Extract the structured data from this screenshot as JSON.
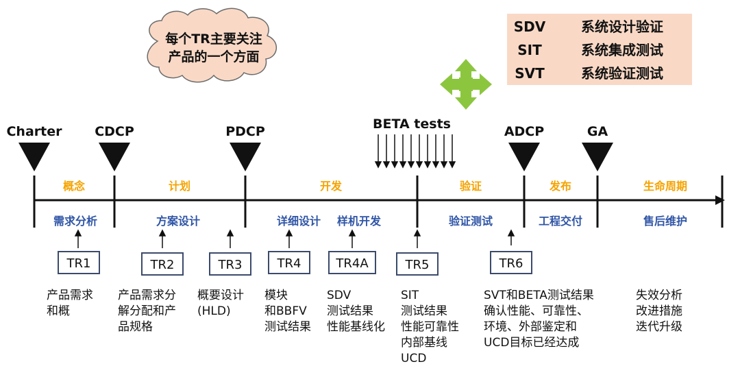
{
  "cloud": {
    "text_line1": "每个TR主要关注",
    "text_line2": "产品的一个方面"
  },
  "legend": [
    {
      "code": "SDV",
      "desc": "系统设计验证"
    },
    {
      "code": "SIT",
      "desc": "系统集成测试"
    },
    {
      "code": "SVT",
      "desc": "系统验证测试"
    }
  ],
  "colors": {
    "arrow_icon": "#8cc63f",
    "legend_bg": "#f9d9c6",
    "phase_text": "#f5a300",
    "activity_text": "#2f55a6"
  },
  "milestones": [
    {
      "label": "Charter"
    },
    {
      "label": "CDCP"
    },
    {
      "label": "PDCP"
    },
    {
      "label": "ADCP"
    },
    {
      "label": "GA"
    }
  ],
  "beta_label": "BETA tests",
  "phases": [
    "概念",
    "计划",
    "开发",
    "验证",
    "发布",
    "生命周期"
  ],
  "activities": [
    "需求分析",
    "方案设计",
    "详细设计",
    "样机开发",
    "验证测试",
    "工程交付",
    "售后维护"
  ],
  "tr_boxes": [
    "TR1",
    "TR2",
    "TR3",
    "TR4",
    "TR4A",
    "TR5",
    "TR6"
  ],
  "descriptions": [
    "产品需求\n和概",
    "产品需求分\n解分配和产\n品规格",
    "概要设计\n(HLD)",
    "模块\n和BBFV\n测试结果",
    "SDV\n测试结果\n性能基线化",
    "SIT\n测试结果\n性能可靠性\n内部基线\nUCD",
    "SVT和BETA测试结果\n确认性能、可靠性、\n环境、外部鉴定和\nUCD目标已经达成",
    "失效分析\n改进措施\n迭代升级"
  ]
}
